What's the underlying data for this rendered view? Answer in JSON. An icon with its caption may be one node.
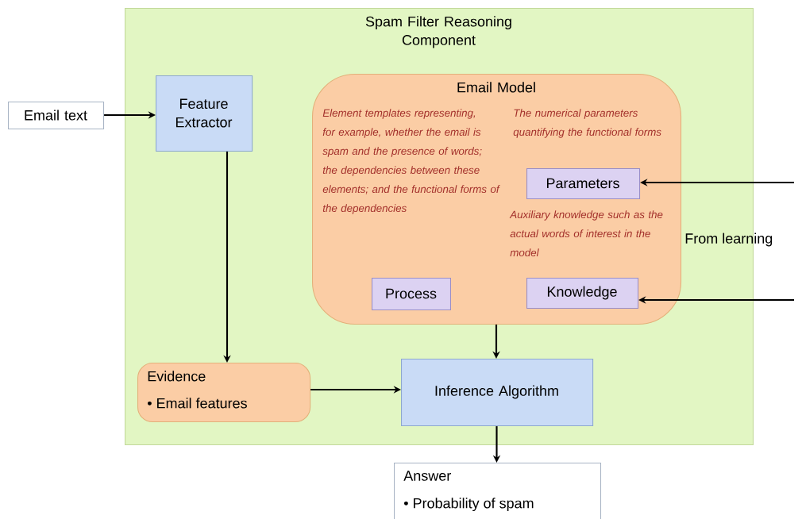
{
  "diagram": {
    "nodes": [
      {
        "text": [
          "Spam Filter Reasoning Component"
        ]
      },
      {
        "text": [
          "Email text"
        ]
      },
      {
        "text": [
          "Feature Extractor"
        ],
        "in": 0
      },
      {
        "text": [
          "Email Model"
        ],
        "in": 0
      },
      {
        "text": [
          "Parameters"
        ],
        "in": 3
      },
      {
        "text": [
          "Process"
        ],
        "in": 3
      },
      {
        "text": [
          "Knowledge"
        ],
        "in": 3
      },
      {
        "text": [
          "Evidence",
          "• Email features"
        ],
        "in": 0
      },
      {
        "text": [
          "Inference Algorithm"
        ],
        "in": 0
      },
      {
        "text": [
          "Answer",
          "• Probability of spam"
        ]
      }
    ],
    "edges": [
      {
        "from": 1,
        "to": 2,
        "arrow": "to"
      },
      {
        "from": 2,
        "to": 7,
        "arrow": "to"
      },
      {
        "from": 7,
        "to": 8,
        "arrow": "to"
      },
      {
        "from": 3,
        "to": 8,
        "arrow": "to"
      },
      {
        "from": 8,
        "to": 9,
        "arrow": "to"
      },
      {
        "from": null,
        "to": 4,
        "arrow": "to"
      },
      {
        "from": null,
        "to": 6,
        "arrow": "to"
      }
    ],
    "labels": [
      "Element templates representing, for example, whether the email is spam and the presence of words; the dependencies between these elements; and the functional forms of the dependencies",
      "The numerical parameters quantifying the functional forms",
      "Auxiliary knowledge such as the actual words of interest in the model",
      "From learning"
    ]
  }
}
